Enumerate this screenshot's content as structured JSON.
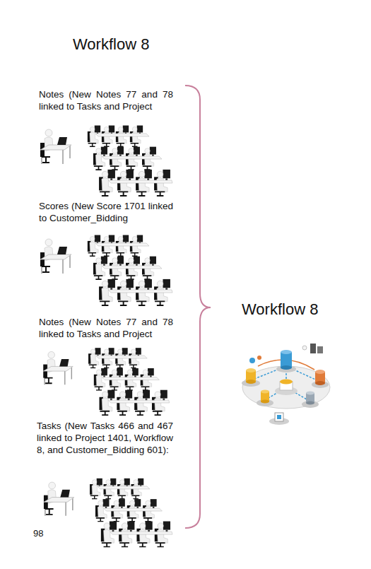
{
  "diagram": {
    "title": "Workflow 8",
    "labels": [
      "Notes (New Notes 77 and 78 linked to Tasks and Project",
      "Scores (New Score 1701 linked to Customer_Bidding",
      "Notes (New Notes 77 and 78 linked to Tasks and Project",
      "Tasks (New Tasks 466 and 467 linked to Project 1401, Workflow 8, and Customer_Bidding 601):",
      "Workflow 8",
      "98"
    ]
  }
}
